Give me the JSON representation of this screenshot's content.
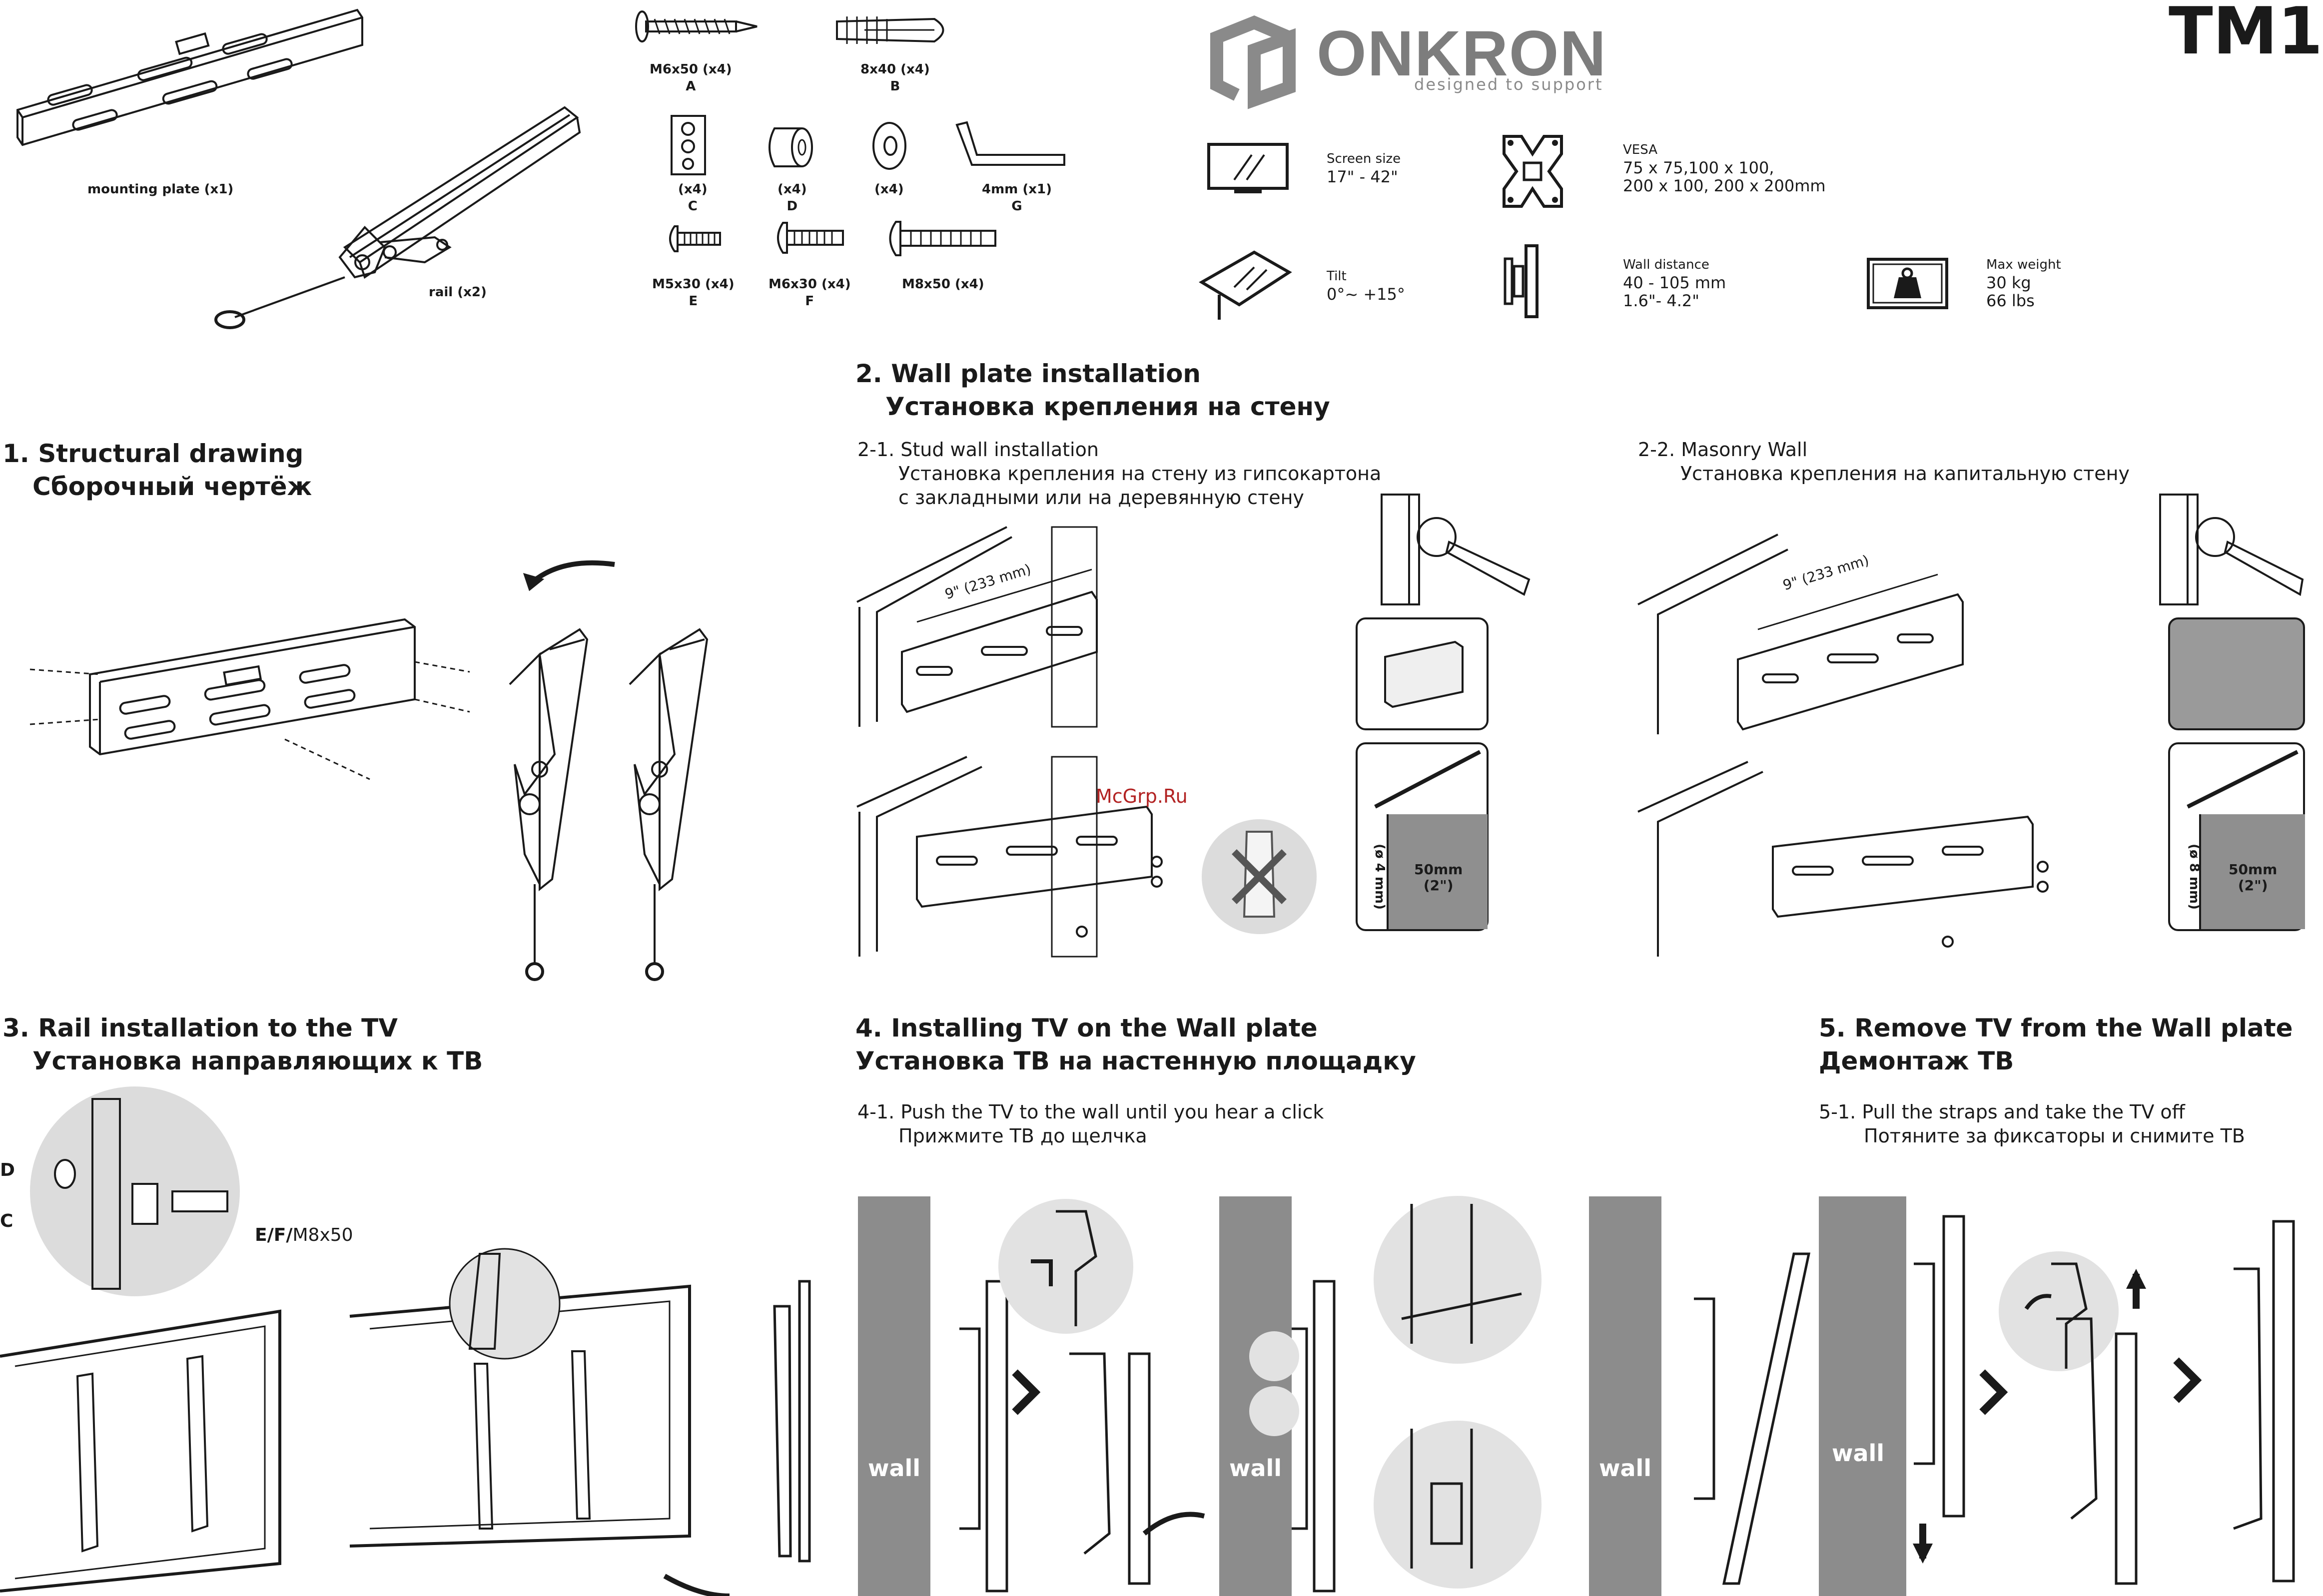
{
  "model": "TM1",
  "brand": {
    "name": "ONKRON",
    "tagline": "designed to support"
  },
  "parts": {
    "mounting_plate": "mounting plate (x1)",
    "rail": "rail (x2)",
    "screw_a": {
      "size": "M6x50 (x4)",
      "letter": "A"
    },
    "anchor_b": {
      "size": "8x40 (x4)",
      "letter": "B"
    },
    "washer_c": {
      "qty": "(x4)",
      "letter": "C"
    },
    "spacer_d": {
      "qty": "(x4)",
      "letter": "D"
    },
    "washer_ring": {
      "qty": "(x4)"
    },
    "hex_key_g": {
      "size": "4mm (x1)",
      "letter": "G"
    },
    "screw_e": {
      "size": "M5x30 (x4)",
      "letter": "E"
    },
    "screw_f": {
      "size": "M6x30 (x4)",
      "letter": "F"
    },
    "screw_m8": {
      "size": "M8x50 (x4)"
    }
  },
  "specs": {
    "screen_size": {
      "label": "Screen size",
      "value": "17\" - 42\""
    },
    "tilt": {
      "label": "Tilt",
      "value": "0°~ +15°"
    },
    "vesa": {
      "label": "VESA",
      "line1": "75 x 75,100 x 100,",
      "line2": "200 x 100, 200 x 200mm"
    },
    "wall_distance": {
      "label": "Wall distance",
      "line1": "40 - 105 mm",
      "line2": "1.6\"- 4.2\""
    },
    "max_weight": {
      "label": "Max weight",
      "line1": "30 kg",
      "line2": "66 lbs"
    }
  },
  "sections": {
    "s1": {
      "en": "1. Structural drawing",
      "ru": "Сборочный чертёж"
    },
    "s2": {
      "en": "2. Wall plate installation",
      "ru": "Установка крепления на стену"
    },
    "s2_1": {
      "en": "2-1. Stud wall installation",
      "ru1": "Установка крепления на стену из гипсокартона",
      "ru2": "с закладными или на деревянную стену"
    },
    "s2_2": {
      "en": "2-2. Masonry Wall",
      "ru": "Установка крепления на капитальную стену"
    },
    "s3": {
      "en": "3. Rail installation to the TV",
      "ru": "Установка направляющих к ТВ"
    },
    "s4": {
      "en": "4. Installing TV on the Wall plate",
      "ru": "Установка ТВ на настенную площадку"
    },
    "s4_1": {
      "en": "4-1. Push the TV to the wall until you hear a click",
      "ru": "Прижмите ТВ до щелчка"
    },
    "s5": {
      "en": "5. Remove TV from the Wall plate",
      "ru": "Демонтаж ТВ"
    },
    "s5_1": {
      "en": "5-1. Pull the straps and take the TV off",
      "ru": "Потяните за фиксаторы и снимите ТВ"
    }
  },
  "dims": {
    "spacing": "9\" (233 mm)",
    "drill_depth": "50mm",
    "drill_depth_in": "(2\")",
    "drill_4": "(ø 4 mm)",
    "drill_8": "(ø 8 mm)"
  },
  "rail_labels": {
    "d": "D",
    "c": "C",
    "ef": "E/F/",
    "m8": "M8x50"
  },
  "wall_label": "wall",
  "watermark": "McGrp.Ru"
}
